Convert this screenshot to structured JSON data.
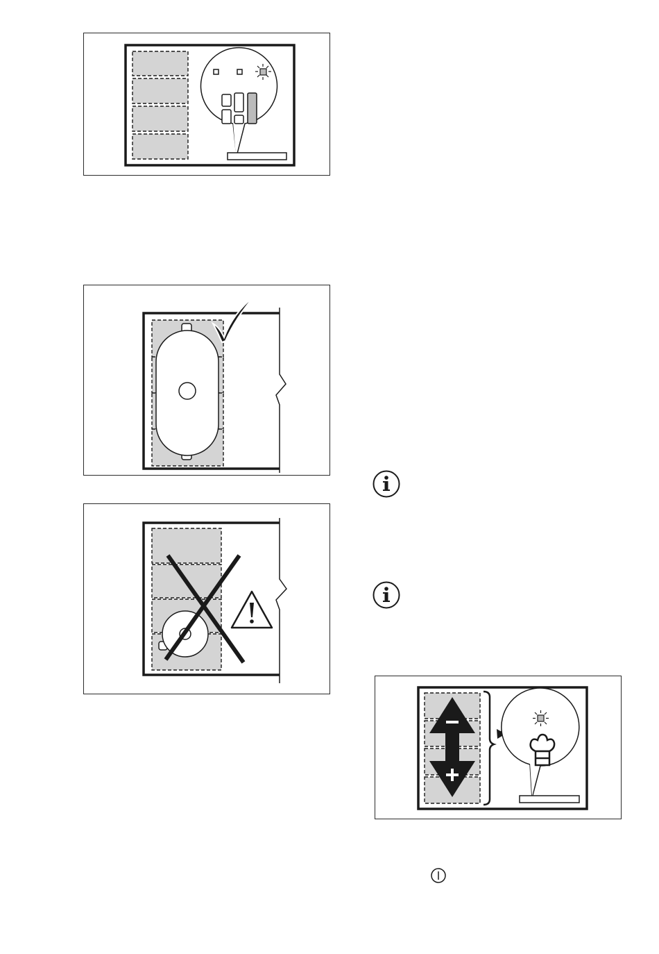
{
  "figures": [
    {
      "id": "zone-selection-display",
      "kind": "illustration"
    },
    {
      "id": "correct-pan-placement",
      "kind": "illustration",
      "verdict": "correct"
    },
    {
      "id": "incorrect-pan-placement",
      "kind": "illustration",
      "verdict": "incorrect"
    },
    {
      "id": "heat-level-adjustment",
      "kind": "illustration"
    }
  ],
  "icons": {
    "info_1": "info-icon",
    "info_2": "info-icon",
    "power": "power-icon",
    "check": "check-icon",
    "cross": "cross-icon",
    "warning": "warning-icon",
    "minus": "minus-icon",
    "plus": "plus-icon",
    "chef_hat": "chef-hat-icon"
  },
  "colors": {
    "line": "#1a1a1a",
    "zone_fill": "#d4d4d4",
    "background": "#ffffff"
  }
}
